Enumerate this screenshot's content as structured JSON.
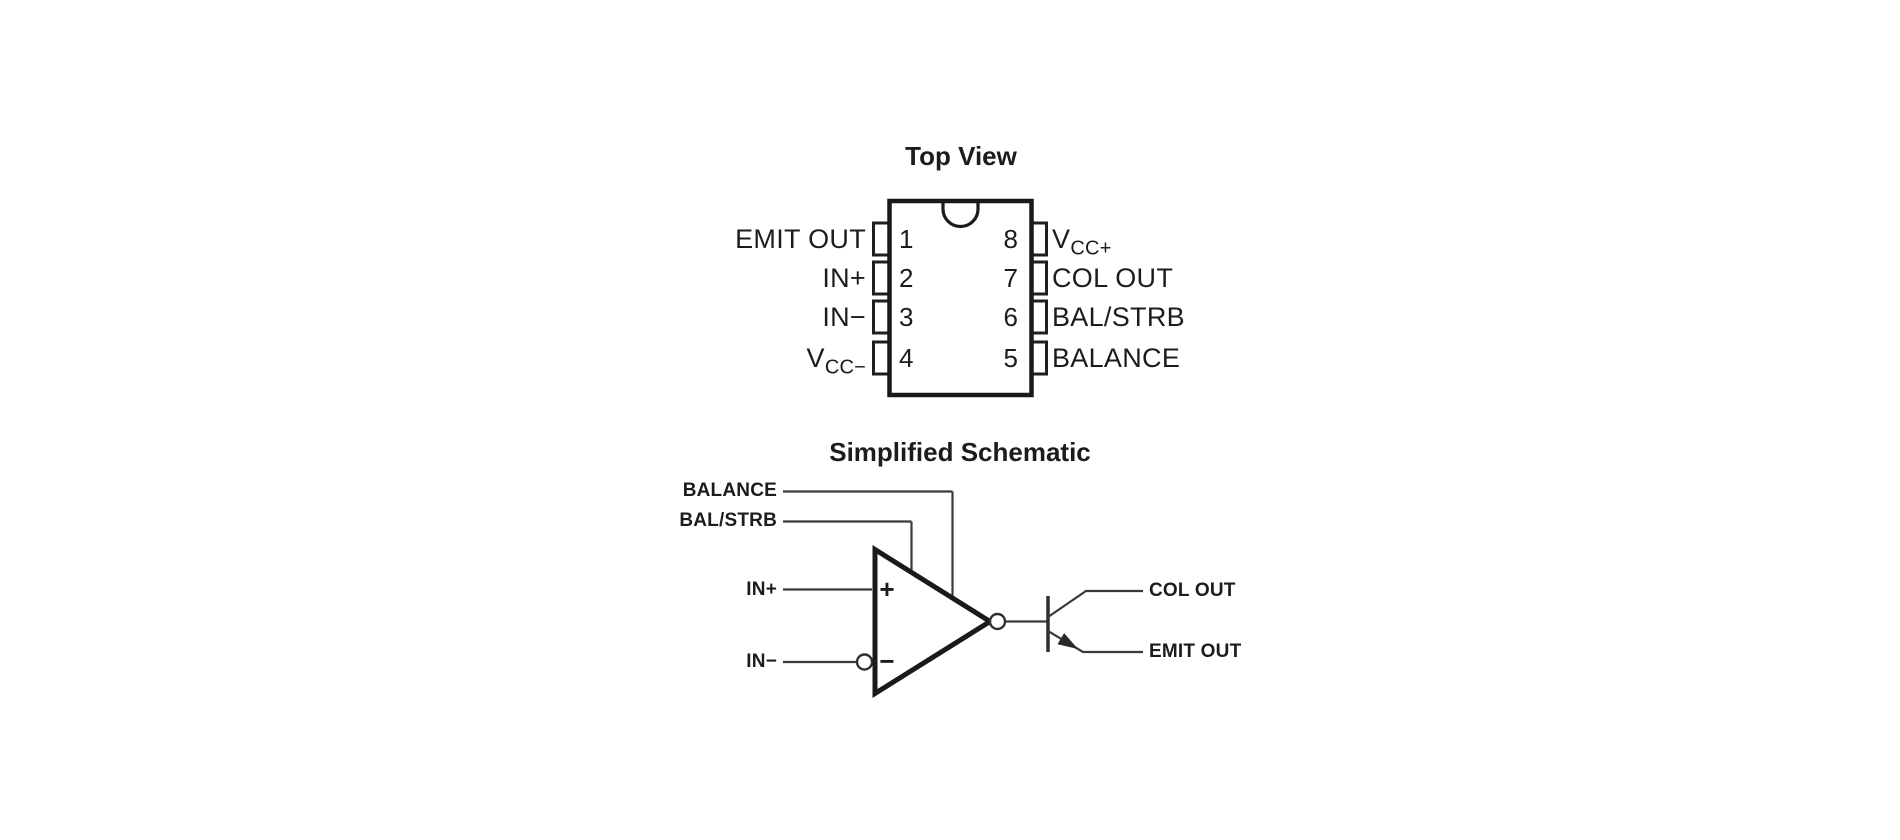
{
  "figure": {
    "pinout_title": "Top View",
    "schematic_title": "Simplified Schematic"
  },
  "colors": {
    "ink": "#1a1a1a",
    "line": "#3a3a3a",
    "background": "#ffffff"
  },
  "pinout": {
    "package": "8-pin dual-in-line, notch at top",
    "left_pins": [
      {
        "number": "1",
        "label": "EMIT OUT",
        "label_sub": ""
      },
      {
        "number": "2",
        "label": "IN+",
        "label_sub": ""
      },
      {
        "number": "3",
        "label": "IN−",
        "label_sub": ""
      },
      {
        "number": "4",
        "label": "V",
        "label_sub": "CC−"
      }
    ],
    "right_pins": [
      {
        "number": "8",
        "label": "V",
        "label_sub": "CC+"
      },
      {
        "number": "7",
        "label": "COL OUT",
        "label_sub": ""
      },
      {
        "number": "6",
        "label": "BAL/STRB",
        "label_sub": ""
      },
      {
        "number": "5",
        "label": "BALANCE",
        "label_sub": ""
      }
    ]
  },
  "schematic": {
    "controls": {
      "balance": "BALANCE",
      "bal_strb": "BAL/STRB"
    },
    "inputs": {
      "in_plus": "IN+",
      "in_minus": "IN−"
    },
    "outputs": {
      "col_out": "COL OUT",
      "emit_out": "EMIT OUT"
    },
    "opamp": {
      "plus_sign": "+",
      "minus_sign": "−"
    }
  }
}
